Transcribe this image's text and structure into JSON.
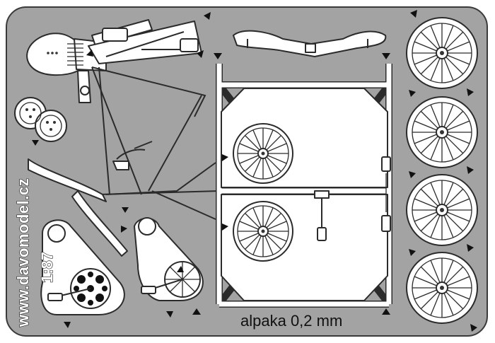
{
  "sheet": {
    "brand_text": "www.davomodel.cz",
    "scale_text": "1:87",
    "material_text": "alpaka 0,2 mm",
    "colors": {
      "sheet": "#a3a3a3",
      "parts": "#ffffff",
      "outline": "#2b2b2b",
      "cut_tab": "#111111"
    }
  }
}
